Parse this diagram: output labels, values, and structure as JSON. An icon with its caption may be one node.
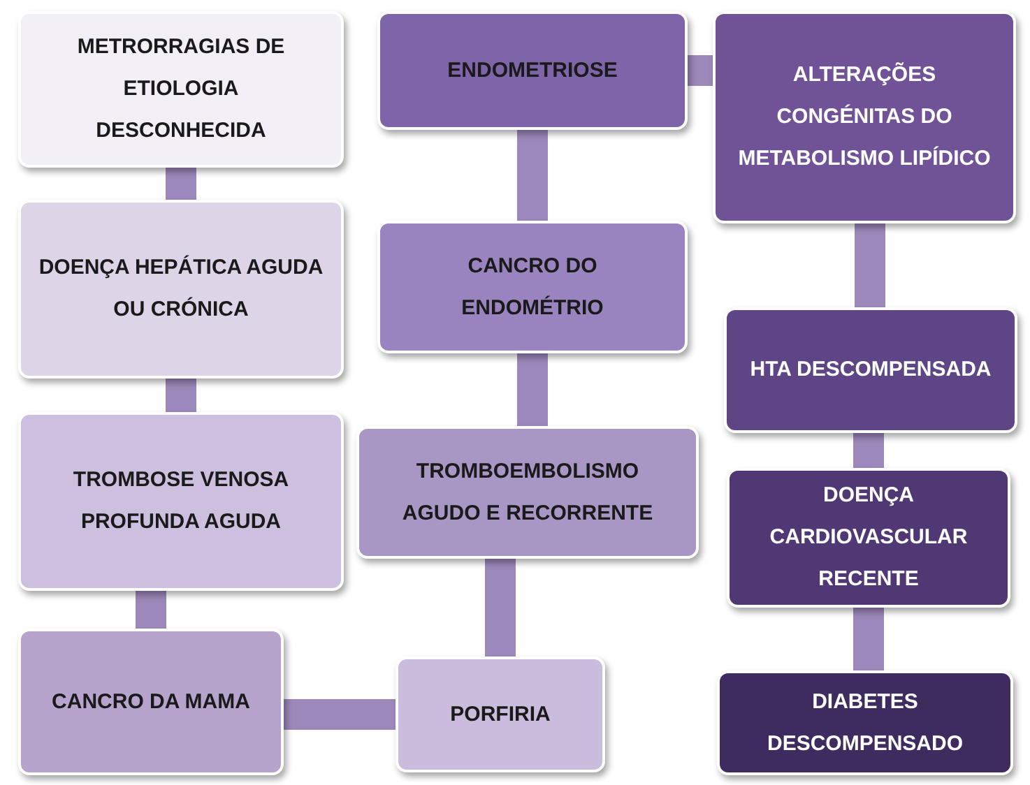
{
  "diagram": {
    "nodes": [
      {
        "text": [
          "METRORRAGIAS DE ETIOLOGIA DESCONHECIDA"
        ]
      },
      {
        "text": [
          "DOENÇA HEPÁTICA AGUDA OU CRÓNICA"
        ]
      },
      {
        "text": [
          "TROMBOSE VENOSA PROFUNDA AGUDA"
        ]
      },
      {
        "text": [
          "CANCRO DA MAMA"
        ]
      },
      {
        "text": [
          "PORFIRIA"
        ]
      },
      {
        "text": [
          "TROMBOEMBOLISMO AGUDO E RECORRENTE"
        ]
      },
      {
        "text": [
          "CANCRO DO ENDOMÉTRIO"
        ]
      },
      {
        "text": [
          "ENDOMETRIOSE"
        ]
      },
      {
        "text": [
          "ALTERAÇÕES CONGÉNITAS DO METABOLISMO LIPÍDICO"
        ]
      },
      {
        "text": [
          "HTA DESCOMPENSADA"
        ]
      },
      {
        "text": [
          "DOENÇA CARDIOVASCULAR RECENTE"
        ]
      },
      {
        "text": [
          "DIABETES DESCOMPENSADO"
        ]
      }
    ],
    "edges": [
      {
        "from": 0,
        "to": 1,
        "arrow": "none"
      },
      {
        "from": 1,
        "to": 2,
        "arrow": "none"
      },
      {
        "from": 2,
        "to": 3,
        "arrow": "none"
      },
      {
        "from": 3,
        "to": 4,
        "arrow": "none"
      },
      {
        "from": 4,
        "to": 5,
        "arrow": "none"
      },
      {
        "from": 5,
        "to": 6,
        "arrow": "none"
      },
      {
        "from": 6,
        "to": 7,
        "arrow": "none"
      },
      {
        "from": 7,
        "to": 8,
        "arrow": "none"
      },
      {
        "from": 8,
        "to": 9,
        "arrow": "none"
      },
      {
        "from": 9,
        "to": 10,
        "arrow": "none"
      },
      {
        "from": 10,
        "to": 11,
        "arrow": "none"
      }
    ]
  }
}
